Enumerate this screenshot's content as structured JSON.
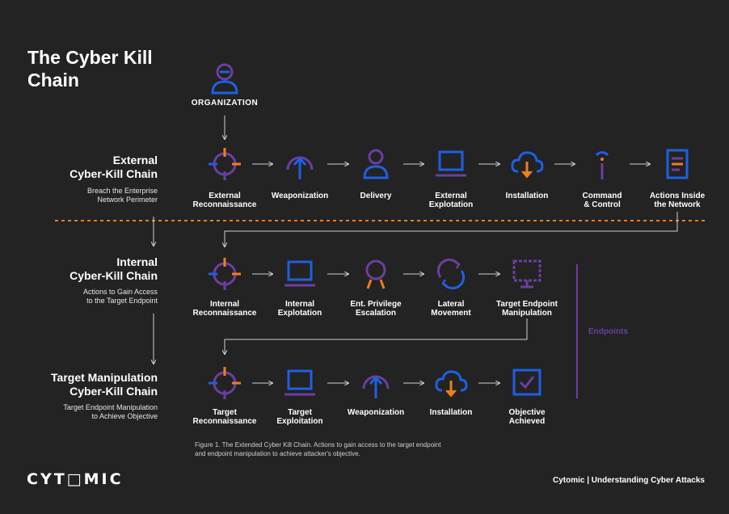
{
  "title": "The Cyber Kill Chain",
  "organization": {
    "label": "ORGANIZATION",
    "icon": "user-icon"
  },
  "rows": [
    {
      "title": "External\nCyber-Kill Chain",
      "subtitle": "Breach the Enterprise\nNetwork Perimeter",
      "steps": [
        {
          "label": "External\nReconnaissance",
          "icon": "crosshair-icon"
        },
        {
          "label": "Weaponization",
          "icon": "upload-arrow-icon"
        },
        {
          "label": "Delivery",
          "icon": "person-icon"
        },
        {
          "label": "External\nExplotation",
          "icon": "laptop-icon"
        },
        {
          "label": "Installation",
          "icon": "cloud-download-icon"
        },
        {
          "label": "Command\n& Control",
          "icon": "antenna-icon"
        },
        {
          "label": "Actions Inside\nthe Network",
          "icon": "document-icon"
        }
      ]
    },
    {
      "title": "Internal\nCyber-Kill Chain",
      "subtitle": "Actions to Gain Access\nto the Target Endpoint",
      "steps": [
        {
          "label": "Internal\nReconnaissance",
          "icon": "crosshair-icon"
        },
        {
          "label": "Internal\nExplotation",
          "icon": "laptop-icon"
        },
        {
          "label": "Ent. Privilege\nEscalation",
          "icon": "medal-icon"
        },
        {
          "label": "Lateral\nMovement",
          "icon": "refresh-icon"
        },
        {
          "label": "Target Endpoint\nManipulation",
          "icon": "monitor-icon"
        }
      ]
    },
    {
      "title": "Target Manipulation\nCyber-Kill Chain",
      "subtitle": "Target Endpoint Manipulation\nto Achieve Objective",
      "steps": [
        {
          "label": "Target\nReconnaissance",
          "icon": "crosshair-icon"
        },
        {
          "label": "Target\nExploitation",
          "icon": "laptop-icon"
        },
        {
          "label": "Weaponization",
          "icon": "upload-arrow-icon"
        },
        {
          "label": "Installation",
          "icon": "cloud-download-icon"
        },
        {
          "label": "Objective\nAchieved",
          "icon": "checkbox-icon"
        }
      ]
    }
  ],
  "endpoints_label": "Endpoints",
  "caption": "Figure 1. The Extended Cyber Kill Chain. Actions to gain access to the target endpoint and endpoint manipulation to achieve attacker's objective.",
  "brand": "CYT□MIC",
  "footer": "Cytomic | Understanding Cyber Attacks",
  "colors": {
    "background": "#232323",
    "blue": "#1f5fe0",
    "purple": "#6a3fa0",
    "orange": "#f07d1e"
  }
}
